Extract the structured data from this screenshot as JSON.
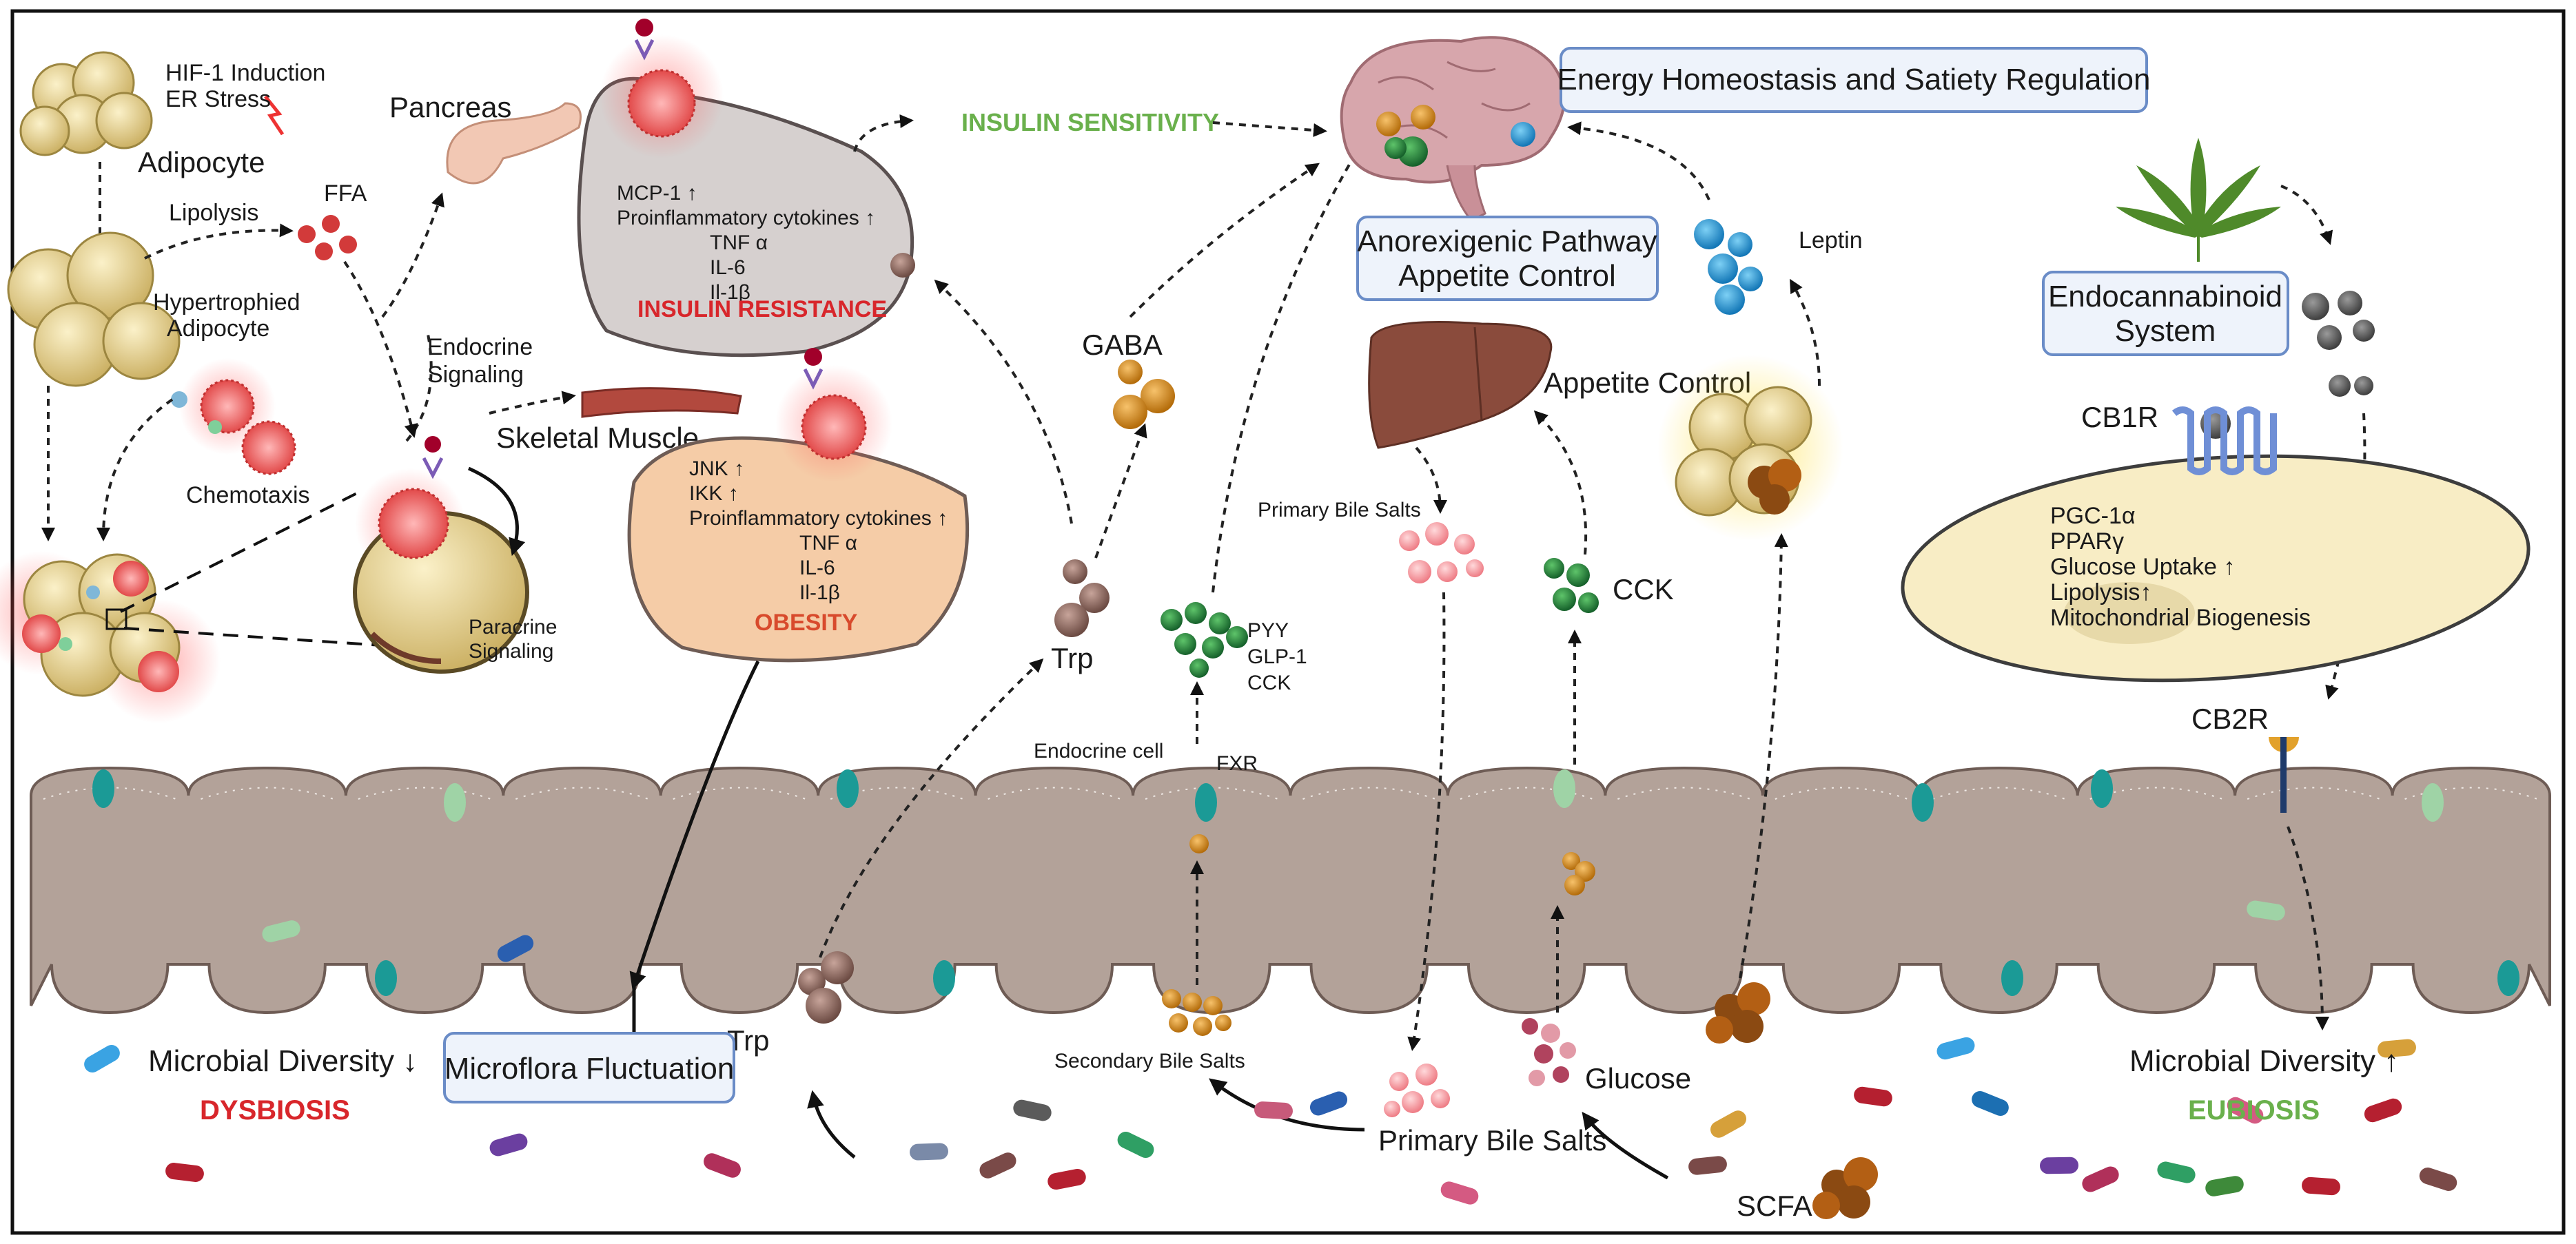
{
  "adipocyte": {
    "hif": "HIF-1 Induction",
    "er": "ER Stress",
    "label": "Adipocyte"
  },
  "ffa": "FFA",
  "lipolysis": "Lipolysis",
  "hypertrophied": {
    "line1": "Hypertrophied",
    "line2": "Adipocyte"
  },
  "chemotaxis": "Chemotaxis",
  "pancreas": "Pancreas",
  "endocrine_signaling": {
    "line1": "Endocrine",
    "line2": "Signaling"
  },
  "skeletal_muscle": "Skeletal Muscle",
  "paracrine_signaling": {
    "line1": "Paracrine",
    "line2": "Signaling"
  },
  "insulin_resistance": {
    "lines": [
      "MCP-1 ↑",
      "Proinflammatory cytokines ↑",
      "TNF α",
      "IL-6",
      "Il-1β"
    ],
    "title": "INSULIN RESISTANCE"
  },
  "obesity": {
    "lines": [
      "JNK ↑",
      "IKK ↑",
      "Proinflammatory cytokines ↑",
      "TNF α",
      "IL-6",
      "Il-1β"
    ],
    "title": "OBESITY"
  },
  "insulin_sensitivity": "INSULIN SENSITIVITY",
  "energy_box": "Energy Homeostasis and Satiety Regulation",
  "anorexigenic_box": {
    "line1": "Anorexigenic Pathway",
    "line2": "Appetite Control"
  },
  "leptin": "Leptin",
  "appetite_control": "Appetite Control",
  "gaba": "GABA",
  "trp": "Trp",
  "trp_lower": "Trp",
  "hormones": [
    "PYY",
    "GLP-1",
    "CCK"
  ],
  "endocrine_cell": "Endocrine cell",
  "fxr": "FXR",
  "primary_bile_salts_top": "Primary Bile Salts",
  "primary_bile_salts_bottom": "Primary Bile Salts",
  "secondary_bile_salts": "Secondary Bile Salts",
  "cck": "CCK",
  "glucose": "Glucose",
  "scfa": "SCFA",
  "endocannabinoid_box": {
    "line1": "Endocannabinoid",
    "line2": "System"
  },
  "cb1r": "CB1R",
  "cb2r": "CB2R",
  "cb1r_effects": [
    "PGC-1α",
    "PPARγ",
    "Glucose Uptake ↑",
    "Lipolysis↑",
    "Mitochondrial Biogenesis"
  ],
  "microbial_diversity_down": "Microbial Diversity ↓",
  "dysbiosis": "DYSBIOSIS",
  "microflora_box": "Microflora Fluctuation",
  "microbial_diversity_up": "Microbial Diversity ↑",
  "eubiosis": "EUBIOSIS",
  "colors": {
    "dysbiosis_red": "#d8262b",
    "eubiosis_green": "#6ab04c",
    "insulin_green": "#6ab04c",
    "resistance_red": "#d8262b",
    "obesity_red": "#d84a2c",
    "box_fill": "#eef3fb",
    "box_stroke": "#6a8cc7",
    "gut_wall": "#b5a59c",
    "brain": "#d7a6ac",
    "liver": "#8a4b3c"
  }
}
